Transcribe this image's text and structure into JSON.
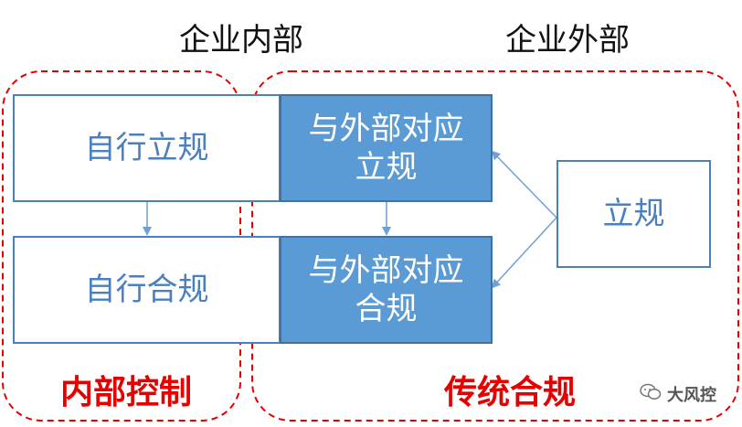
{
  "headers": {
    "internal": "企业内部",
    "external": "企业外部"
  },
  "boxes": {
    "self_legislation": "自行立规",
    "self_compliance": "自行合规",
    "external_legislation_l1": "与外部对应",
    "external_legislation_l2": "立规",
    "external_compliance_l1": "与外部对应",
    "external_compliance_l2": "合规",
    "legislation": "立规"
  },
  "regions": {
    "internal_control": "内部控制",
    "traditional_compliance": "传统合规"
  },
  "watermark": {
    "text": "大风控",
    "icon": "wechat-icon"
  },
  "colors": {
    "box_fill": "#5b9bd5",
    "box_border": "#4a7fc0",
    "region_border": "#e60000",
    "arrow": "#6fa0d6"
  }
}
